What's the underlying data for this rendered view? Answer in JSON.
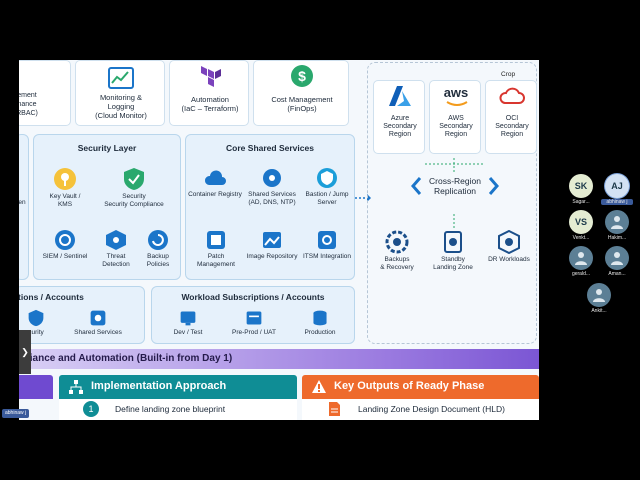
{
  "slide": {
    "top_row": [
      {
        "label": "ement\nnance\nRBAC)"
      },
      {
        "label": "Monitoring &\nLogging\n(Cloud Monitor)"
      },
      {
        "label": "Automation\n(IaC – Terraform)"
      },
      {
        "label": "Cost Management\n(FinOps)"
      }
    ],
    "left_stub": "en",
    "security": {
      "title": "Security Layer",
      "items": [
        "Key Vault /\nKMS",
        "Security\nSecurity Compliance",
        "SIEM / Sentinel",
        "Threat\nDetection",
        "Backup\nPolicies"
      ]
    },
    "shared": {
      "title": "Core Shared Services",
      "items": [
        "Container Registry",
        "Shared Services\n(AD, DNS, NTP)",
        "Bastion / Jump Server",
        "Patch Management",
        "Image Repository",
        "ITSM Integration"
      ]
    },
    "subs_left": {
      "title": "tions / Accounts",
      "items": [
        "curity",
        "Shared Services"
      ]
    },
    "subs_right": {
      "title": "Workload Subscriptions / Accounts",
      "items": [
        "Dev / Test",
        "Pre-Prod / UAT",
        "Production"
      ]
    },
    "regions": [
      {
        "label": "Azure\nSecondary\nRegion"
      },
      {
        "label": "AWS\nSecondary\nRegion",
        "brand": "aws"
      },
      {
        "label": "OCI\nSecondary\nRegion"
      }
    ],
    "replication": "Cross-Region\nReplication",
    "dr": [
      {
        "label": "Backups\n& Recovery"
      },
      {
        "label": "Standby\nLanding Zone"
      },
      {
        "label": "DR Workloads"
      }
    ],
    "compliance_bar": "liance and Automation (Built-in from Day 1)",
    "implementation": {
      "title": "Implementation Approach",
      "step_no": "1",
      "step": "Define landing zone blueprint"
    },
    "outputs": {
      "title": "Key Outputs of Ready Phase",
      "item": "Landing Zone Design Document (HLD)"
    },
    "crop": "Crop",
    "colors": {
      "teal": "#0f8d95",
      "orange": "#ee6a2c",
      "purple": "#7b56d4",
      "blue": "#1b75c9"
    }
  },
  "participants": [
    {
      "initials": "SK",
      "name": "Sagar...",
      "color": "#e4ecd2"
    },
    {
      "initials": "AJ",
      "name": "abhinaw j",
      "color": "#d3e2f4",
      "highlight": true
    },
    {
      "initials": "VS",
      "name": "Venkt...",
      "color": "#e4ecd2"
    },
    {
      "initials": "",
      "name": "Hakim...",
      "color": "#5c7f95"
    },
    {
      "initials": "",
      "name": "gerald...",
      "color": "#5c7f95"
    },
    {
      "initials": "",
      "name": "Aman...",
      "color": "#5c7f95"
    },
    {
      "initials": "",
      "name": "Ankit...",
      "color": "#5c7f95"
    }
  ],
  "presenter_badge": "abhinaw j",
  "left_handle": "❯"
}
